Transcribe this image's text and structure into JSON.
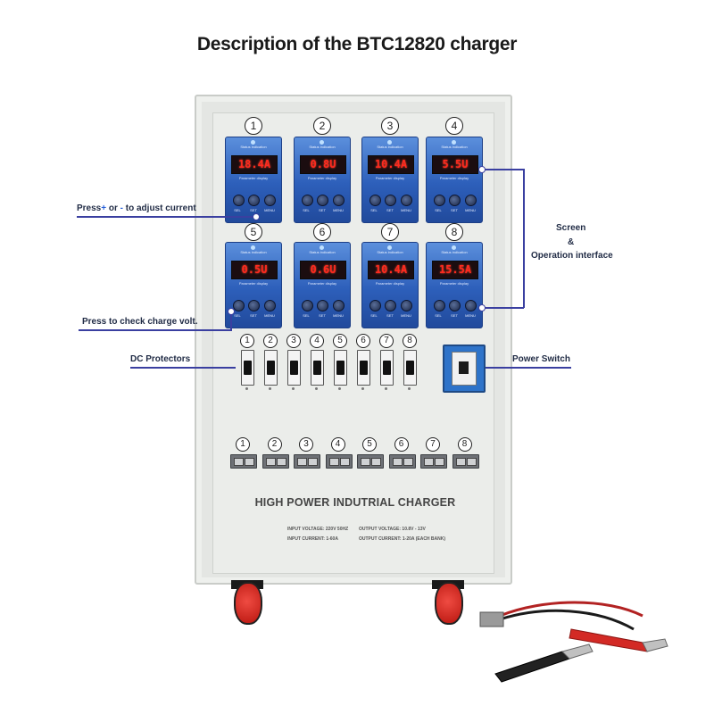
{
  "title": "Description of the  BTC12820 charger",
  "modules": [
    {
      "num": "1",
      "reading": "18.4A"
    },
    {
      "num": "2",
      "reading": "0.8U"
    },
    {
      "num": "3",
      "reading": "10.4A"
    },
    {
      "num": "4",
      "reading": "5.5U"
    },
    {
      "num": "5",
      "reading": "0.5U"
    },
    {
      "num": "6",
      "reading": "0.6U"
    },
    {
      "num": "7",
      "reading": "10.4A"
    },
    {
      "num": "8",
      "reading": "15.5A"
    }
  ],
  "module_labels": {
    "status": "Status indication",
    "param": "Parameter display",
    "sel": "SEL",
    "set": "SET",
    "menu": "MENU"
  },
  "callouts": {
    "adjust": "Press+ or - to adjust current",
    "adjust_prefix": "Press",
    "adjust_plus": "+",
    "adjust_mid": " or ",
    "adjust_minus": "-",
    "adjust_suffix": " to adjust current",
    "check_volt": "Press to check charge volt.",
    "dc_protectors": "DC Protectors",
    "screen": "Screen",
    "amp": "&",
    "operation_interface": "Operation interface",
    "power_switch": "Power Switch"
  },
  "breakers": [
    "1",
    "2",
    "3",
    "4",
    "5",
    "6",
    "7",
    "8"
  ],
  "connectors": [
    "1",
    "2",
    "3",
    "4",
    "5",
    "6",
    "7",
    "8"
  ],
  "plate": {
    "title": "HIGH POWER INDUTRIAL CHARGER",
    "input_voltage": "INPUT VOLTAGE: 220V 50HZ",
    "input_current": "INPUT CURRENT: 1-60A",
    "output_voltage": "OUTPUT VOLTAGE: 10.8V - 13V",
    "output_current": "OUTPUT CURRENT: 1-20A (EACH BANK)"
  },
  "colors": {
    "module_blue": "#2d5fba",
    "lcd_red": "#ff2a1f",
    "callout_line": "#3a3fa0",
    "cabinet": "#e4e6e3",
    "wheel_red": "#d52a22"
  }
}
